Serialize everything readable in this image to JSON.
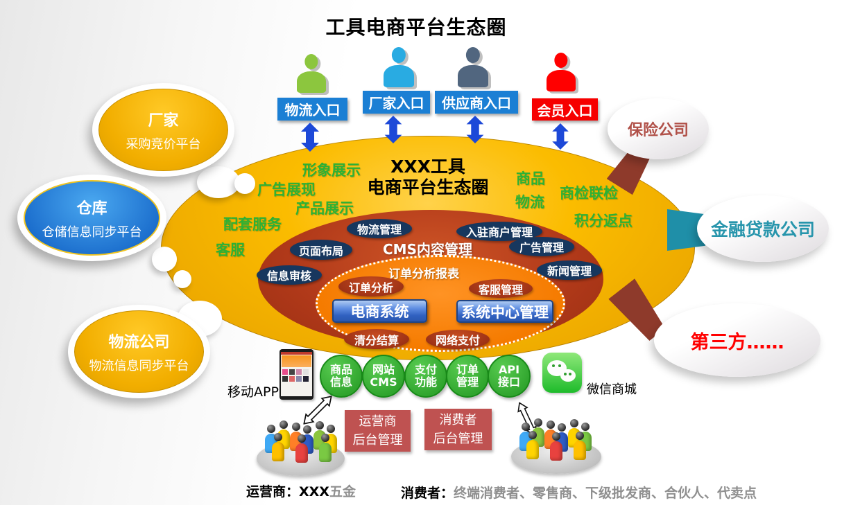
{
  "title": "工具电商平台生态圈",
  "colors": {
    "main_ellipse": "#F5B700",
    "cms_ellipse": "#AE3A1C",
    "core_ellipse": "#F57B00",
    "pill_navy": "#17375E",
    "entry_blue": "#1B7FD4",
    "entry_red": "#F60000",
    "arrow_blue": "#1D49D8",
    "module_green": "#35AE35",
    "admin_red": "#BF5251",
    "green_label": "#2DB135",
    "insurance_text": "#B05048",
    "finance_text": "#2795AC",
    "thirdparty_text": "#FF0000"
  },
  "entries": [
    {
      "label": "物流入口",
      "person_color": "#8CC63E"
    },
    {
      "label": "厂家入口",
      "person_color": "#29ABE2"
    },
    {
      "label": "供应商入口",
      "person_color": "#51667F"
    },
    {
      "label": "会员入口",
      "person_color": "#FF0000"
    }
  ],
  "left_clouds": [
    {
      "title": "厂家",
      "subtitle": "采购竞价平台"
    },
    {
      "title": "仓库",
      "subtitle": "仓储信息同步平台"
    },
    {
      "title": "物流公司",
      "subtitle": "物流信息同步平台"
    }
  ],
  "right_clouds": [
    {
      "label": "保险公司"
    },
    {
      "label": "金融贷款公司"
    },
    {
      "label": "第三方……"
    }
  ],
  "main": {
    "title_line1": "XXX工具",
    "title_line2": "电商平台生态圈",
    "green_labels": [
      "形象展示",
      "广告展现",
      "产品展示",
      "配套服务",
      "客服",
      "商品",
      "物流",
      "商检联检",
      "积分返点"
    ]
  },
  "cms": {
    "title": "CMS内容管理",
    "pills": [
      "物流管理",
      "页面布局",
      "入驻商户管理",
      "广告管理",
      "新闻管理",
      "信息审核"
    ]
  },
  "core": {
    "report_label": "订单分析报表",
    "bubbles": [
      "订单分析",
      "客服管理",
      "清分结算",
      "网络支付"
    ],
    "buttons": [
      "电商系统",
      "系统中心管理"
    ]
  },
  "modules": [
    {
      "line1": "商品",
      "line2": "信息"
    },
    {
      "line1": "网站",
      "line2": "CMS"
    },
    {
      "line1": "支付",
      "line2": "功能"
    },
    {
      "line1": "订单",
      "line2": "管理"
    },
    {
      "line1": "API",
      "line2": "接口"
    }
  ],
  "mobile_app_label": "移动APP",
  "wechat_label": "微信商城",
  "admin_boxes": [
    {
      "line1": "运营商",
      "line2": "后台管理"
    },
    {
      "line1": "消费者",
      "line2": "后台管理"
    }
  ],
  "bottom": {
    "operator_label": "运营商：XXX",
    "operator_gray": "五金",
    "consumer_label": "消费者：",
    "consumer_gray": "终端消费者、零售商、下级批发商、合伙人、代卖点"
  }
}
